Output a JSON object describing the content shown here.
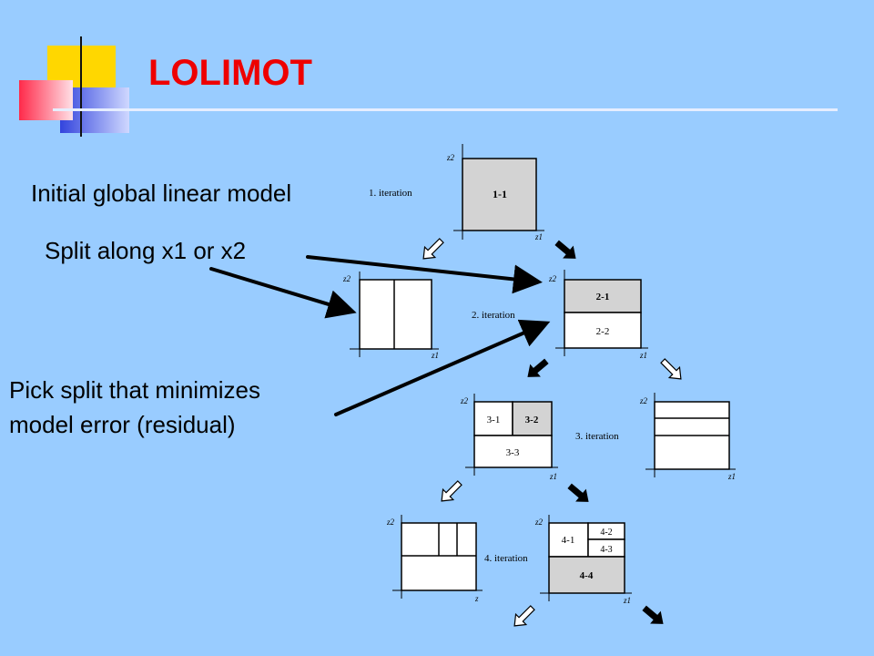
{
  "slide": {
    "title": "LOLIMOT",
    "labels": {
      "initial": "Initial global linear model",
      "split": "Split along x1 or x2",
      "pick_line1": "Pick split that minimizes",
      "pick_line2": "model error (residual)"
    }
  },
  "diagram": {
    "iterations": {
      "it1": "1. iteration",
      "it2": "2. iteration",
      "it3": "3. iteration",
      "it4": "4. iteration"
    },
    "axis_labels": {
      "z1": "z1",
      "z2": "z2",
      "z": "z"
    },
    "cells": {
      "c11": "1-1",
      "c21": "2-1",
      "c22": "2-2",
      "c31": "3-1",
      "c32": "3-2",
      "c33": "3-3",
      "c41": "4-1",
      "c42": "4-2",
      "c43": "4-3",
      "c44": "4-4"
    },
    "colors": {
      "selected_fill": "#d3d3d3",
      "box_fill": "#ffffff",
      "background": "#99ccff",
      "title": "#ee0000"
    }
  }
}
